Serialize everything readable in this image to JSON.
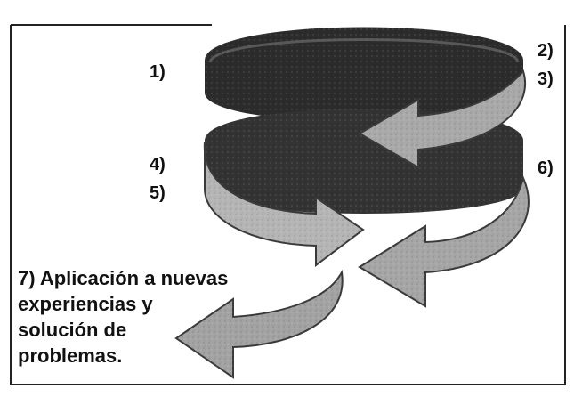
{
  "diagram": {
    "labels": {
      "step1": "1)",
      "step2": "2)",
      "step3": "3)",
      "step4": "4)",
      "step5": "5)",
      "step6": "6)",
      "step7_line1": "7) Aplicación a nuevas",
      "step7_line2": "experiencias y",
      "step7_line3": "solución de",
      "step7_line4": "problemas."
    },
    "colors": {
      "frame": "#222222",
      "ring_dark": "#2c2c2c",
      "ring_mid": "#8e8e8e",
      "ring_light": "#b5b5b5",
      "arrow": "#a9a9a9",
      "arrow_edge": "#3a3a3a",
      "text": "#111111"
    }
  }
}
